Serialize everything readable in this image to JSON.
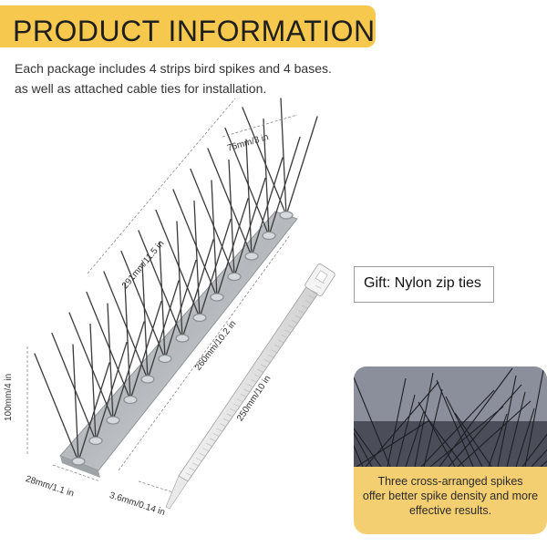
{
  "header": {
    "title": "PRODUCT INFORMATION"
  },
  "description": {
    "line1": "Each package includes 4 strips bird spikes and 4 bases.",
    "line2": "as well as attached cable ties for installation."
  },
  "dimensions": {
    "spike_height_top": "76mm/3 in",
    "strip_length": "291mm/11.5 in",
    "base_length": "260mm/10.2 in",
    "spike_height": "100mm/4 in",
    "base_width": "28mm/1.1 in",
    "tie_length": "250mm/10 in",
    "tie_width": "3.6mm/0.14 in"
  },
  "gift": {
    "label": "Gift: Nylon zip ties"
  },
  "feature_card": {
    "line1": "Three cross-arranged spikes",
    "line2": "offer better spike density and more",
    "line3": "effective results."
  },
  "colors": {
    "title_bar": "#f6c84d",
    "card": "#f4cf72",
    "metal": "#c9ccd0",
    "spike": "#3a3a3a"
  }
}
